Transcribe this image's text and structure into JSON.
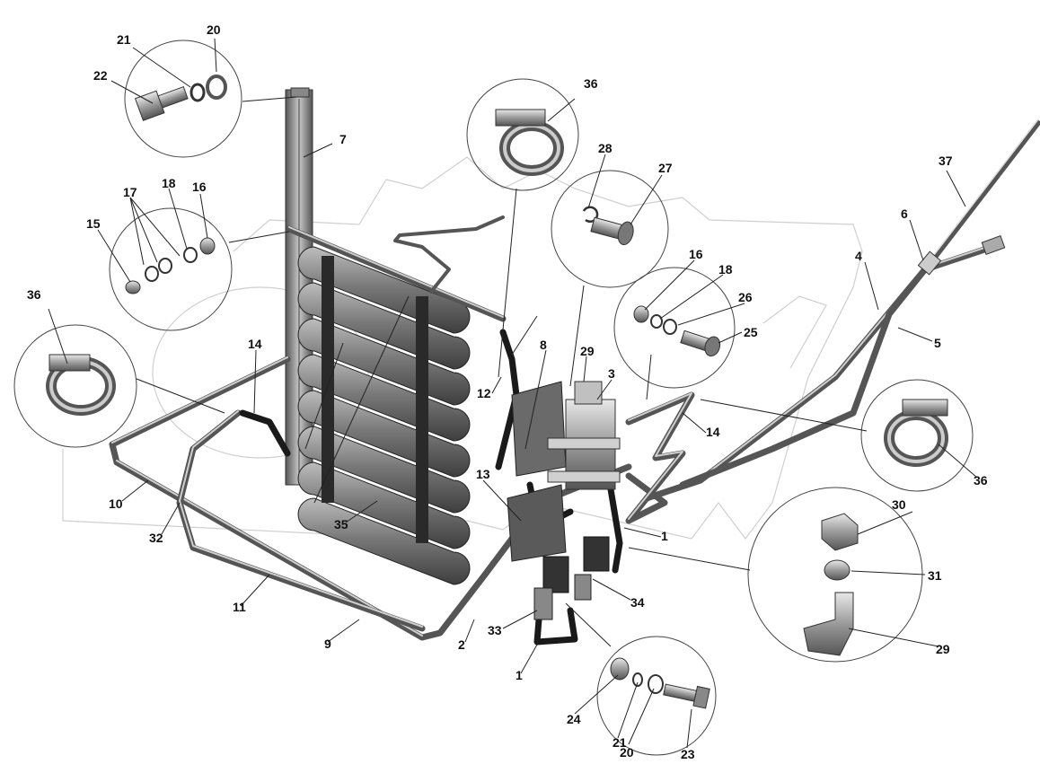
{
  "diagram": {
    "callouts": [
      {
        "id": "c21a",
        "text": "21"
      },
      {
        "id": "c20a",
        "text": "20"
      },
      {
        "id": "c22",
        "text": "22"
      },
      {
        "id": "c7",
        "text": "7"
      },
      {
        "id": "c36a",
        "text": "36"
      },
      {
        "id": "c28",
        "text": "28"
      },
      {
        "id": "c27",
        "text": "27"
      },
      {
        "id": "c37",
        "text": "37"
      },
      {
        "id": "c17",
        "text": "17"
      },
      {
        "id": "c18a",
        "text": "18"
      },
      {
        "id": "c16a",
        "text": "16"
      },
      {
        "id": "c15",
        "text": "15"
      },
      {
        "id": "c6",
        "text": "6"
      },
      {
        "id": "c4",
        "text": "4"
      },
      {
        "id": "c16b",
        "text": "16"
      },
      {
        "id": "c18b",
        "text": "18"
      },
      {
        "id": "c26",
        "text": "26"
      },
      {
        "id": "c36b",
        "text": "36"
      },
      {
        "id": "c25",
        "text": "25"
      },
      {
        "id": "c5",
        "text": "5"
      },
      {
        "id": "c14a",
        "text": "14"
      },
      {
        "id": "c8",
        "text": "8"
      },
      {
        "id": "c29a",
        "text": "29"
      },
      {
        "id": "c3",
        "text": "3"
      },
      {
        "id": "c12",
        "text": "12"
      },
      {
        "id": "c14b",
        "text": "14"
      },
      {
        "id": "c36c",
        "text": "36"
      },
      {
        "id": "c13",
        "text": "13"
      },
      {
        "id": "c10",
        "text": "10"
      },
      {
        "id": "c35",
        "text": "35"
      },
      {
        "id": "c32",
        "text": "32"
      },
      {
        "id": "c30",
        "text": "30"
      },
      {
        "id": "c1a",
        "text": "1"
      },
      {
        "id": "c31",
        "text": "31"
      },
      {
        "id": "c11",
        "text": "11"
      },
      {
        "id": "c34",
        "text": "34"
      },
      {
        "id": "c9",
        "text": "9"
      },
      {
        "id": "c33",
        "text": "33"
      },
      {
        "id": "c2",
        "text": "2"
      },
      {
        "id": "c29b",
        "text": "29"
      },
      {
        "id": "c1b",
        "text": "1"
      },
      {
        "id": "c24",
        "text": "24"
      },
      {
        "id": "c21b",
        "text": "21"
      },
      {
        "id": "c20b",
        "text": "20"
      },
      {
        "id": "c23",
        "text": "23"
      }
    ]
  }
}
